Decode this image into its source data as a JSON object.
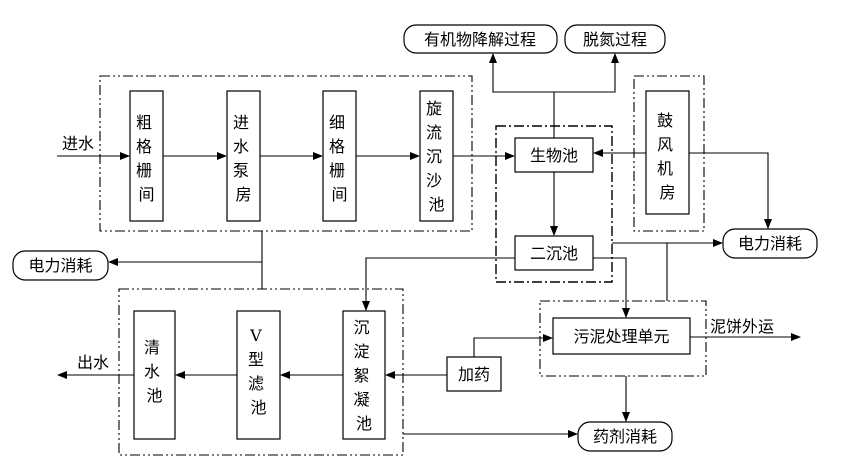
{
  "nodes": {
    "organic_degradation": "有机物降解过程",
    "denitrification": "脱氮过程",
    "inflow": "进水",
    "coarse_screen": [
      "粗",
      "格",
      "栅",
      "间"
    ],
    "inlet_pump": [
      "进",
      "水",
      "泵",
      "房"
    ],
    "fine_screen": [
      "细",
      "格",
      "栅",
      "间"
    ],
    "grit_chamber": [
      "旋",
      "流",
      "沉",
      "沙",
      "池"
    ],
    "bio_tank": "生物池",
    "blower": [
      "鼓",
      "风",
      "机",
      "房"
    ],
    "secondary_clarifier": "二沉池",
    "power_left": "电力消耗",
    "power_right": "电力消耗",
    "sludge_unit": "污泥处理单元",
    "sludge_out": "泥饼外运",
    "dosing": "加药",
    "chemical_use": "药剂消耗",
    "outflow": "出水",
    "clear_tank": [
      "清",
      "水",
      "池"
    ],
    "v_filter": [
      "V",
      "型",
      "滤",
      "池"
    ],
    "floc_tank": [
      "沉",
      "淀",
      "絮",
      "凝",
      "池"
    ]
  }
}
